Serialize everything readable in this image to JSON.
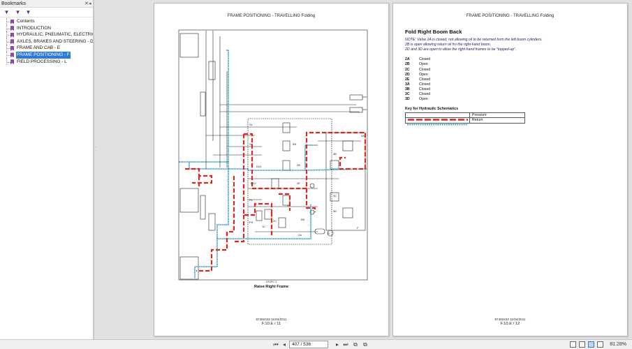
{
  "sidebar": {
    "title": "Bookmarks",
    "items": [
      {
        "label": "Contents",
        "selected": false
      },
      {
        "label": "INTRODUCTION",
        "selected": false
      },
      {
        "label": "HYDRAULIC, PNEUMATIC, ELECTRICA",
        "selected": false
      },
      {
        "label": "AXLES, BRAKES AND STEERING - D",
        "selected": false
      },
      {
        "label": "FRAME AND CAB - E",
        "selected": false
      },
      {
        "label": "FRAME POSITIONING - F",
        "selected": true
      },
      {
        "label": "FIELD PROCESSING - L",
        "selected": false
      }
    ]
  },
  "left_page": {
    "title": "FRAME POSITIONING - TRAVELLING Folding",
    "figure_id": "1R4PC 3",
    "caption": "Raise Right Frame",
    "footer_doc": "87492432 11/04/2011",
    "footer_page": "F.10.E / 11",
    "labels": {
      "sl": "SL",
      "sk": "SK",
      "bs": "BS",
      "dv1": "DV1",
      "dv2": "DV2",
      "pl": "PL",
      "ps": "PS",
      "c1": "1C",
      "c2": "2C",
      "b2": "2B",
      "e2": "2E",
      "d2": "2D",
      "bs2": "BS",
      "a2": "2A",
      "a3": "3A",
      "b3": "3B",
      "c3": "3C",
      "d3": "3D",
      "b": "B",
      "f": "F"
    }
  },
  "right_page": {
    "title": "FRAME POSITIONING - TRAVELLING Folding",
    "heading": "Fold Right Boom Back",
    "note_lines": [
      "NOTE: Valve 2A is closed, not allowing oil to be returned form the left boom cylinders.",
      "2B is open allowing return oil fro the right-hand boom.",
      "2D and 3D are open to allow the right-hand frames to be \"topped-up\"."
    ],
    "valves": [
      {
        "id": "2A",
        "state": "Closed"
      },
      {
        "id": "2B",
        "state": "Open"
      },
      {
        "id": "2C",
        "state": "Closed"
      },
      {
        "id": "2D",
        "state": "Open"
      },
      {
        "id": "2E",
        "state": "Closed"
      },
      {
        "id": "3A",
        "state": "Closed"
      },
      {
        "id": "3B",
        "state": "Closed"
      },
      {
        "id": "3C",
        "state": "Closed"
      },
      {
        "id": "3D",
        "state": "Open"
      }
    ],
    "key_title": "Key for Hydraulic Schematics",
    "key": [
      {
        "label": "Pressure",
        "color": "#e0261b",
        "style": "dashed"
      },
      {
        "label": "Return",
        "color": "#2a98c9",
        "style": "dotted"
      }
    ],
    "footer_doc": "87492432 11/04/2011",
    "footer_page": "F.10.E / 12"
  },
  "statusbar": {
    "page_field": "407 / 536",
    "zoom": "81.28%"
  },
  "colors": {
    "pressure": "#e0261b",
    "return": "#2a98c9",
    "selection": "#2f7bd3"
  }
}
